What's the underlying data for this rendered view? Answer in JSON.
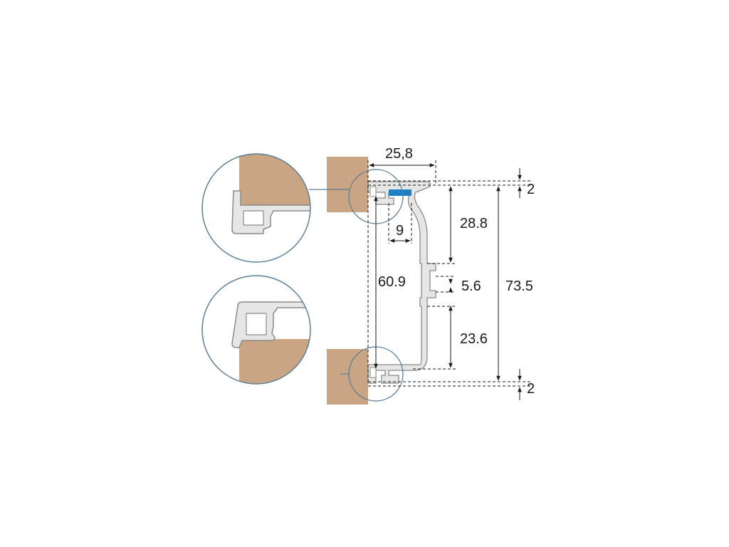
{
  "colors": {
    "wood": "#c9a584",
    "profile_fill": "#e6e6e6",
    "profile_stroke": "#8a8a8a",
    "detail_circle": "#5a7f99",
    "seal": "#1e7fc4",
    "dimension_line": "#1a1a1a"
  },
  "dimensions": {
    "width_top": "25,8",
    "gap_top": "2",
    "upper_section": "28.8",
    "slot_width": "9",
    "slot_height": "5.6",
    "inner_height": "60.9",
    "total_height": "73.5",
    "lower_section": "23.6",
    "gap_bottom": "2"
  }
}
